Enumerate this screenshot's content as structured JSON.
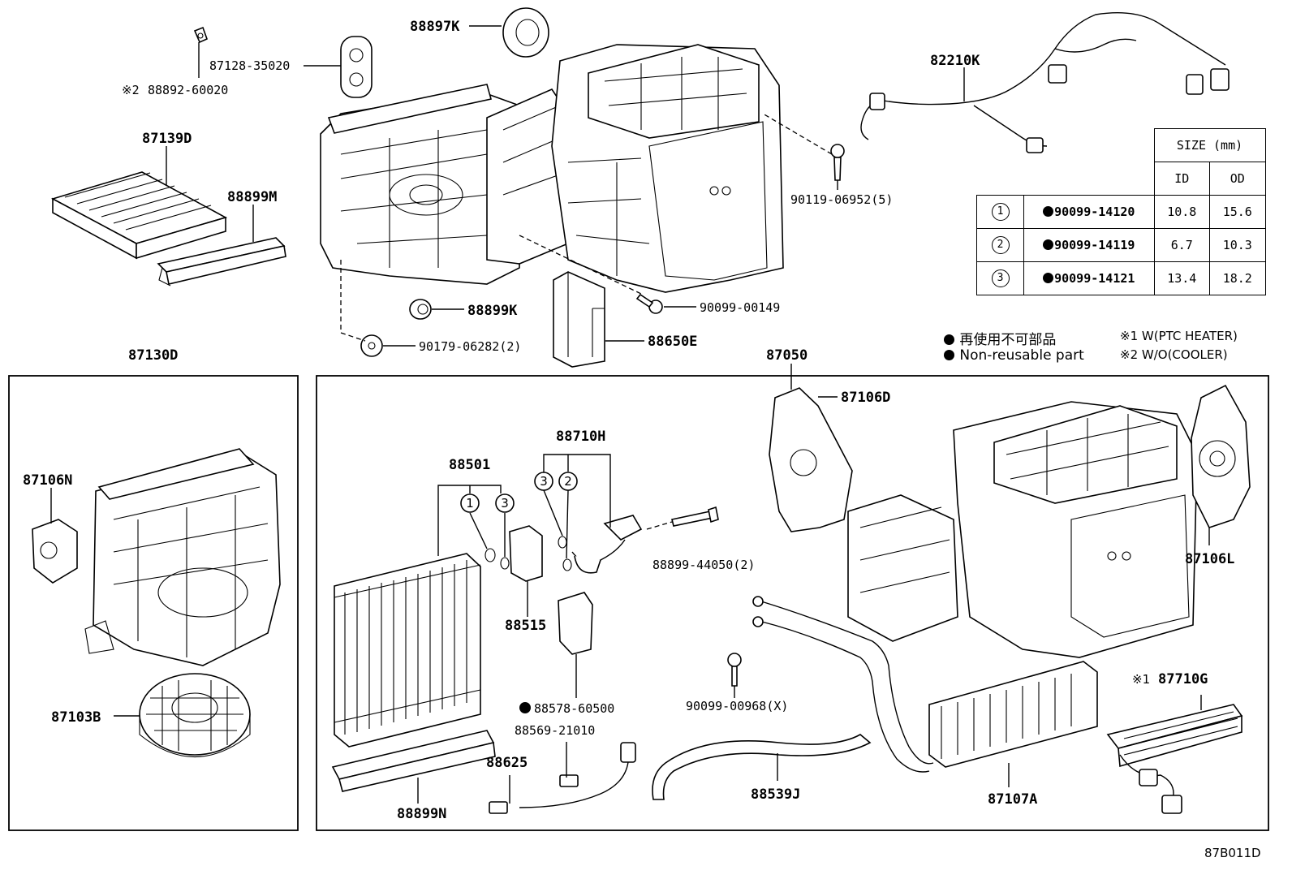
{
  "labels": {
    "p88897K": "88897K",
    "p87128": "87128-35020",
    "p88892": "88892-60020",
    "p88892_mark": "※2",
    "p82210K": "82210K",
    "p87139D": "87139D",
    "p88899M": "88899M",
    "p90119": "90119-06952(5)",
    "p88899K": "88899K",
    "p90099_00149": "90099-00149",
    "p88650E": "88650E",
    "p90179": "90179-06282(2)",
    "p87130D": "87130D",
    "p87050": "87050",
    "p87106N": "87106N",
    "p87103B": "87103B",
    "p87106D": "87106D",
    "p87106L": "87106L",
    "p88710H": "88710H",
    "p88501": "88501",
    "p88515": "88515",
    "p88899_44050": "88899-44050(2)",
    "p88578": "88578-60500",
    "p88569": "88569-21010",
    "p88625": "88625",
    "p88899N": "88899N",
    "p90099_00968": "90099-00968(X)",
    "p88539J": "88539J",
    "p87107A": "87107A",
    "p87710G": "87710G",
    "p87710G_mark": "※1"
  },
  "callouts": {
    "c1": "1",
    "c2": "2",
    "c3": "3"
  },
  "size_table": {
    "header": "SIZE (mm)",
    "col_id": "ID",
    "col_od": "OD",
    "rows": [
      {
        "num": "1",
        "part": "90099-14120",
        "id": "10.8",
        "od": "15.6"
      },
      {
        "num": "2",
        "part": "90099-14119",
        "id": "6.7",
        "od": "10.3"
      },
      {
        "num": "3",
        "part": "90099-14121",
        "id": "13.4",
        "od": "18.2"
      }
    ]
  },
  "legend": {
    "jp": "再使用不可部品",
    "en": "Non-reusable part"
  },
  "notes": {
    "n1": "※1 W(PTC HEATER)",
    "n2": "※2 W/O(COOLER)"
  },
  "diagram_code": "87B011D",
  "icons": [
    "non-reusable-dot-icon",
    "circled-number-icon"
  ]
}
